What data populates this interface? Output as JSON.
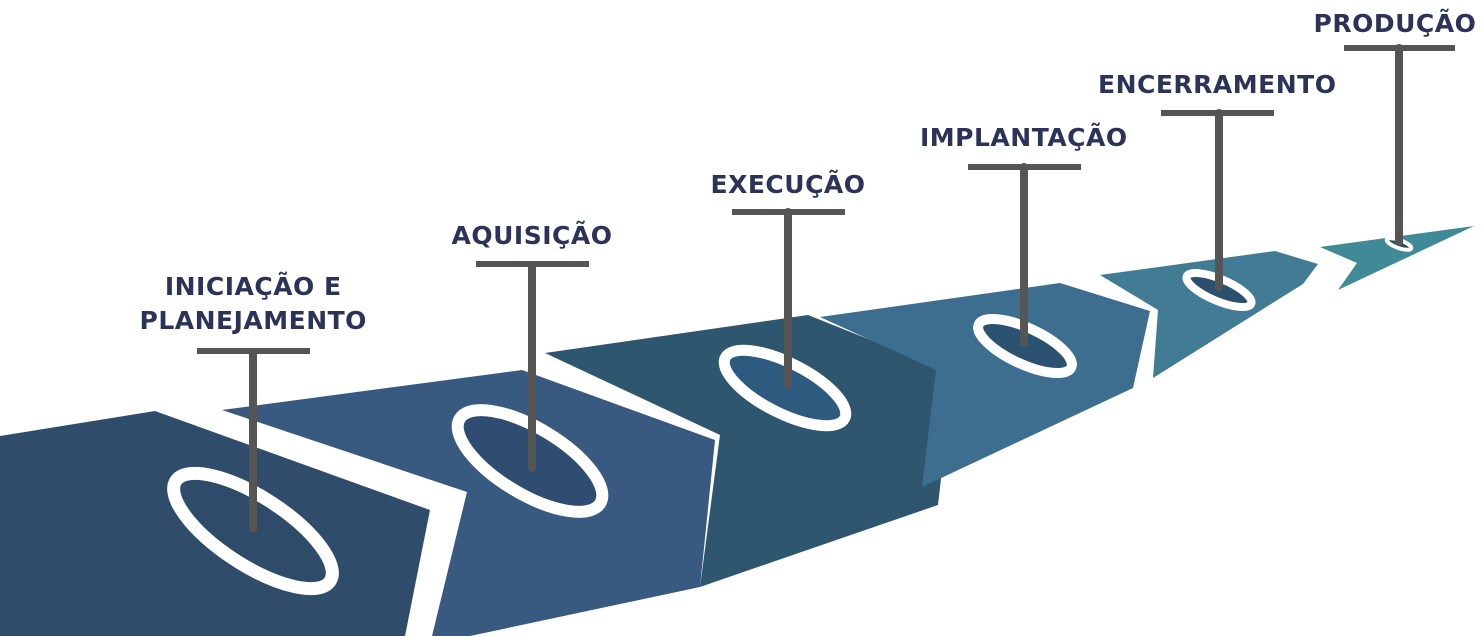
{
  "colors": {
    "label": "#2b3358",
    "post": "#555555",
    "ring": "#ffffff"
  },
  "stages": [
    {
      "id": "iniciacao",
      "label_lines": [
        "Iniciação e",
        "Planejamento"
      ],
      "color": "#2f4d6b",
      "hole_color": "#2e4b6a"
    },
    {
      "id": "aquisicao",
      "label_lines": [
        "Aquisição"
      ],
      "color": "#385a80",
      "hole_color": "#2e4d70"
    },
    {
      "id": "execucao",
      "label_lines": [
        "Execução"
      ],
      "color": "#2f566f",
      "hole_color": "#2d5b80"
    },
    {
      "id": "implantacao",
      "label_lines": [
        "Implantação"
      ],
      "color": "#3d6e8f",
      "hole_color": "#2c5272"
    },
    {
      "id": "encerramento",
      "label_lines": [
        "Encerramento"
      ],
      "color": "#417b94",
      "hole_color": "#2b4f6f"
    },
    {
      "id": "producao",
      "label_lines": [
        "Produção"
      ],
      "color": "#3f8a96",
      "hole_color": "#2b4d6b"
    }
  ]
}
